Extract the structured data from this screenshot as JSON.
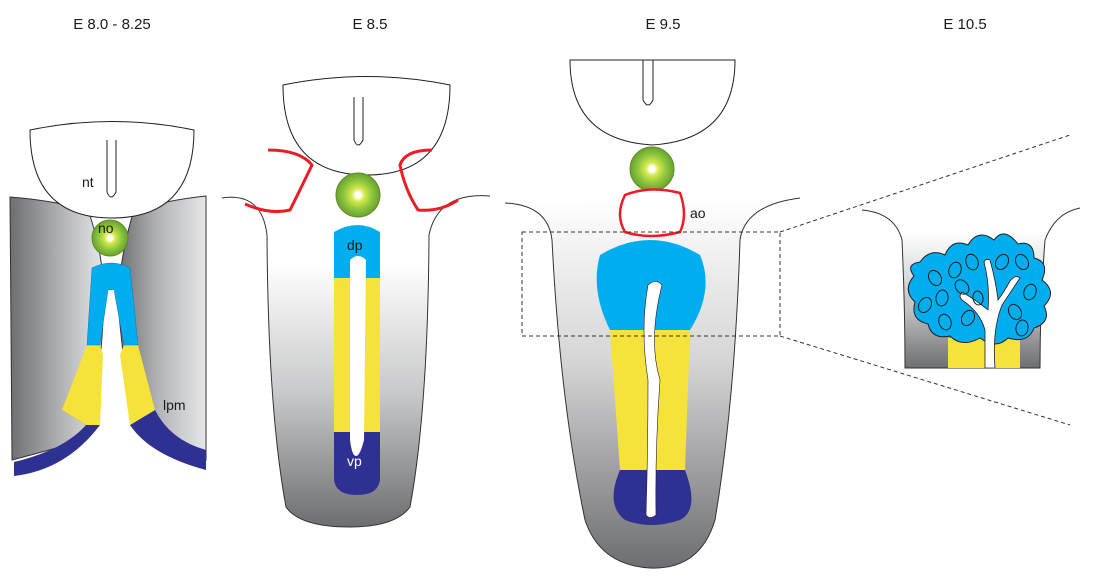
{
  "stages": [
    {
      "title": "E 8.0 - 8.25"
    },
    {
      "title": "E 8.5"
    },
    {
      "title": "E 9.5"
    },
    {
      "title": "E 10.5"
    }
  ],
  "labels": {
    "nt": "nt",
    "no": "no",
    "lpm": "lpm",
    "dp": "dp",
    "vp": "vp",
    "ao": "ao"
  },
  "colors": {
    "dorsal_pancreas_domain": "#00aeef",
    "ventral_domain": "#f5e23a",
    "ventral_tip": "#2e3192",
    "notochord": "#8dc63f",
    "aorta_outline": "#ed1c24",
    "mesoderm_gradient_dark": "#6d6e71"
  }
}
